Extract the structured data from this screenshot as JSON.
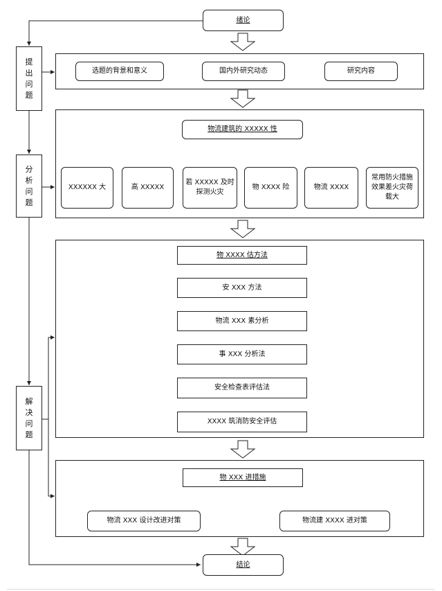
{
  "start": {
    "label": "绪论"
  },
  "end": {
    "label": "结论"
  },
  "side_labels": [
    "提出问题",
    "分析问题",
    "解决问题"
  ],
  "stage1": {
    "items": [
      "选题的背景和意义",
      "国内外研究动态",
      "研究内容"
    ]
  },
  "stage2": {
    "header": "物流建筑的 XXXXX 性",
    "items": [
      "XXXXXX 大",
      "高 XXXXX",
      "若 XXXXX 及时探测火灾",
      "物 XXXX 险",
      "物流 XXXX",
      "常用防火措施效果差火灾荷载大"
    ]
  },
  "stage3": {
    "items": [
      "物 XXXX 估方法",
      "安 XXX 方法",
      "物流 XXX 素分析",
      "事 XXX 分析法",
      "安全检查表评估法",
      "XXXX 筑消防安全评估"
    ]
  },
  "stage4": {
    "header": "物 XXX 进措施",
    "items": [
      "物流 XXX 设计改进对策",
      "物流建 XXXX 进对策"
    ]
  }
}
